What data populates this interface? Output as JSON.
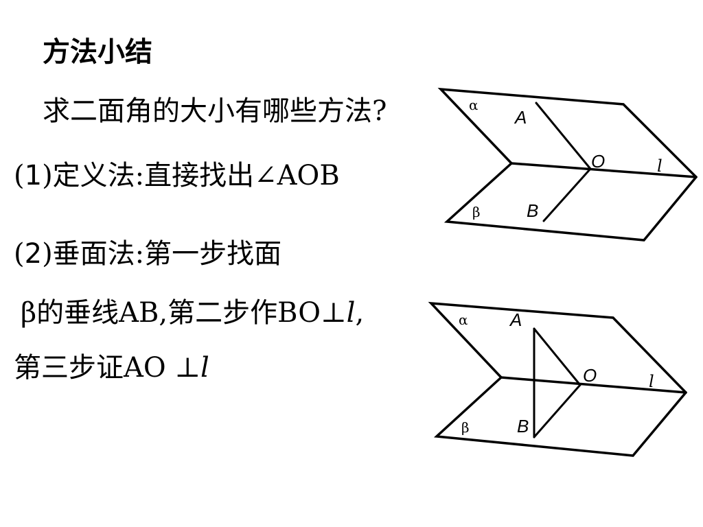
{
  "title": "方法小结",
  "question": "求二面角的大小有哪些方法?",
  "method1": {
    "prefix": "(",
    "num": "1",
    "text": ")定义法:直接找出∠AOB"
  },
  "method2": {
    "prefix": "(",
    "num": "2",
    "text": ")垂面法:第一步找面",
    "line2_main": "β的垂线AB,第二步作BO⊥",
    "line2_l": "l",
    "line2_end": ",",
    "line3_main": "第三步证AO ⊥",
    "line3_l": "l"
  },
  "diagram1": {
    "plane_top": "α",
    "plane_bottom": "β",
    "point_a": "A",
    "point_o": "O",
    "point_b": "B",
    "edge_line": "l"
  },
  "diagram2": {
    "plane_top": "α",
    "plane_bottom": "β",
    "point_a": "A",
    "point_o": "O",
    "point_b": "B",
    "edge_line": "l"
  }
}
